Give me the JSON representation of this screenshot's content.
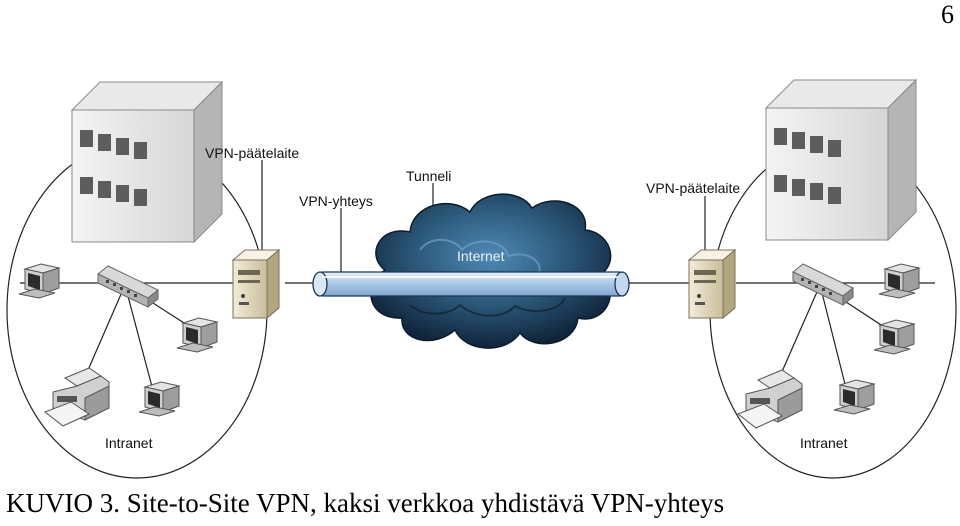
{
  "page_number": "6",
  "caption": "KUVIO 3. Site-to-Site VPN, kaksi verkkoa yhdistävä VPN-yhteys",
  "labels": {
    "vpn_device_left": "VPN-päätelaite",
    "vpn_device_right": "VPN-päätelaite",
    "vpn_connection": "VPN-yhteys",
    "tunnel": "Tunneli",
    "internet": "Internet",
    "intranet_left": "Intranet",
    "intranet_right": "Intranet"
  },
  "icons": {
    "building": "office-building-icon",
    "vpn_device": "server-icon",
    "switch": "network-switch-icon",
    "computer": "computer-icon",
    "printer": "printer-icon",
    "cloud": "internet-cloud-icon"
  },
  "colors": {
    "cloud_dark": "#12283c",
    "cloud_light": "#3f7aa6",
    "tunnel": "#b8d2ee",
    "lines": "#222222"
  }
}
